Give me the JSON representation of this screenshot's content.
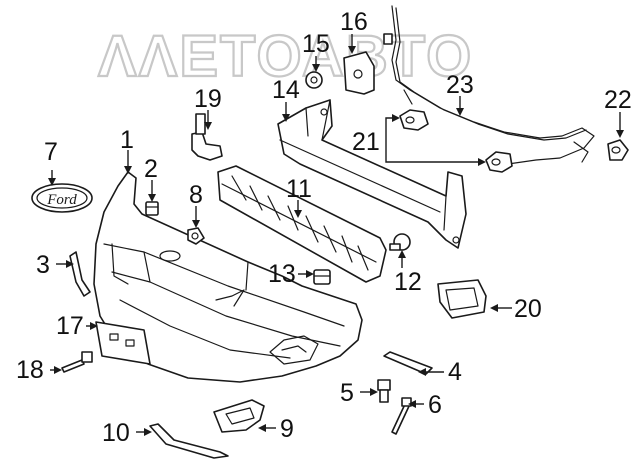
{
  "watermark": {
    "text": "ΛΛΕΤΟΑΒΤΟ"
  },
  "logo": {
    "text": "Ford"
  },
  "callouts": [
    "1",
    "2",
    "3",
    "4",
    "5",
    "6",
    "7",
    "8",
    "9",
    "10",
    "11",
    "12",
    "13",
    "14",
    "15",
    "16",
    "17",
    "18",
    "19",
    "20",
    "21",
    "22",
    "23"
  ]
}
